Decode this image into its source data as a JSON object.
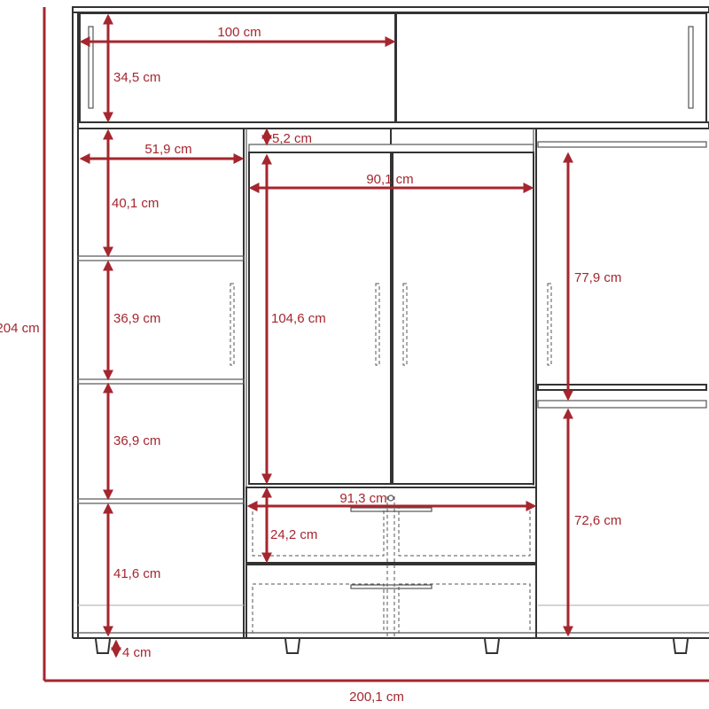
{
  "title": "Wardrobe dimensions diagram",
  "colors": {
    "dimension": "#a5262e",
    "outline": "#333333"
  },
  "dimensions": {
    "total_height": "204 cm",
    "total_width": "200,1 cm",
    "top_door_width": "100 cm",
    "top_section_height": "34,5 cm",
    "left_column_width": "51,9 cm",
    "left_shelf_1": "40,1 cm",
    "left_shelf_2": "36,9 cm",
    "left_shelf_3": "36,9 cm",
    "left_shelf_4": "41,6 cm",
    "leg_height": "4 cm",
    "center_top_gap": "5,2 cm",
    "center_width": "90,1 cm",
    "center_height": "104,6 cm",
    "drawer_width": "91,3 cm",
    "drawer_height": "24,2 cm",
    "right_upper_height": "77,9 cm",
    "right_lower_height": "72,6 cm"
  }
}
